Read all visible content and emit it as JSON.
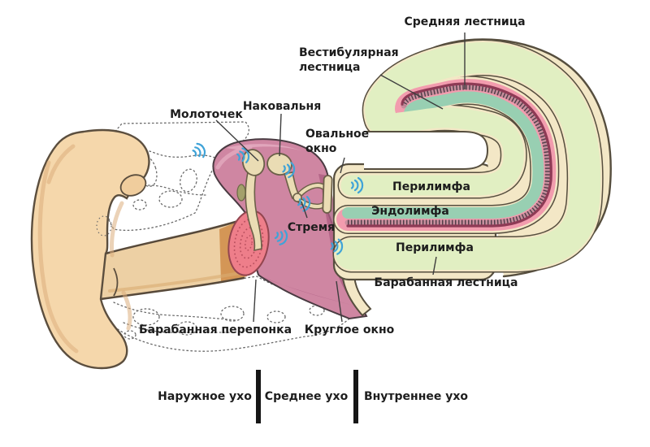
{
  "labels": {
    "scala_media": "Средняя лестница",
    "scala_vestibuli": "Вестибулярная лестница",
    "malleus": "Молоточек",
    "incus": "Наковальня",
    "oval_window": "Овальное окно",
    "stapes": "Стремя",
    "perilymph_top": "Перилимфа",
    "endolymph": "Эндолимфа",
    "perilymph_bottom": "Перилимфа",
    "scala_tympani": "Барабанная лестница",
    "tympanic_membrane": "Барабанная перепонка",
    "round_window": "Круглое окно"
  },
  "sections": [
    {
      "label": "Наружное ухо"
    },
    {
      "label": "Среднее ухо"
    },
    {
      "label": "Внутреннее ухо"
    }
  ],
  "colors": {
    "bone_cream": "#f3e7c6",
    "outline_dark": "#564e3e",
    "perilymph_green": "#e1efc2",
    "endolymph_teal": "#98cfb2",
    "membrane_pink": "#f29cae",
    "membrane_maroon": "#8e3a55",
    "middle_ear_pink": "#cf86a2",
    "middle_ear_shadow": "#ac5e82",
    "eardrum_red": "#ee7e8a",
    "ossicle_beige": "#eadcb4",
    "skin_peach": "#f5d7ab",
    "sound_wave_blue": "#3fa3d8",
    "label_text": "#1d1d1d"
  }
}
